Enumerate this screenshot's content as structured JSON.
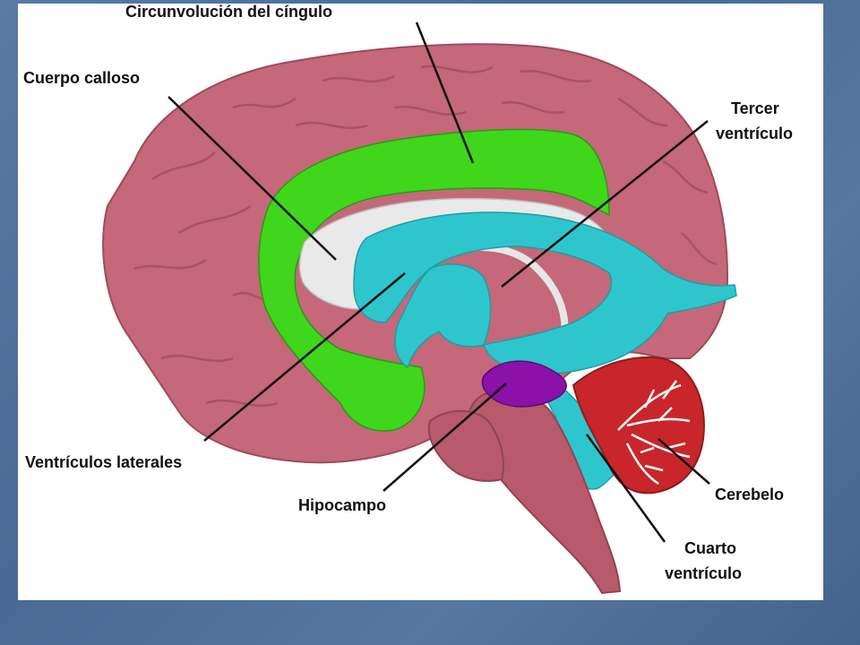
{
  "labels": {
    "cingulate": "Circunvolución del cíngulo",
    "corpus_callosum": "Cuerpo calloso",
    "third_ventricle_1": "Tercer",
    "third_ventricle_2": "ventrículo",
    "lateral_ventricles": "Ventrículos laterales",
    "hippocampus": "Hipocampo",
    "cerebellum": "Cerebelo",
    "fourth_ventricle_1": "Cuarto",
    "fourth_ventricle_2": "ventrículo"
  },
  "colors": {
    "background": "#4f6f99",
    "cortex": "#c4687a",
    "cingulate_gyrus": "#3fd61c",
    "corpus_callosum": "#e9e9e9",
    "ventricles": "#2ec6cc",
    "hippocampus": "#8a12a8",
    "cerebellum": "#c8262b",
    "brainstem": "#b85a6c"
  }
}
